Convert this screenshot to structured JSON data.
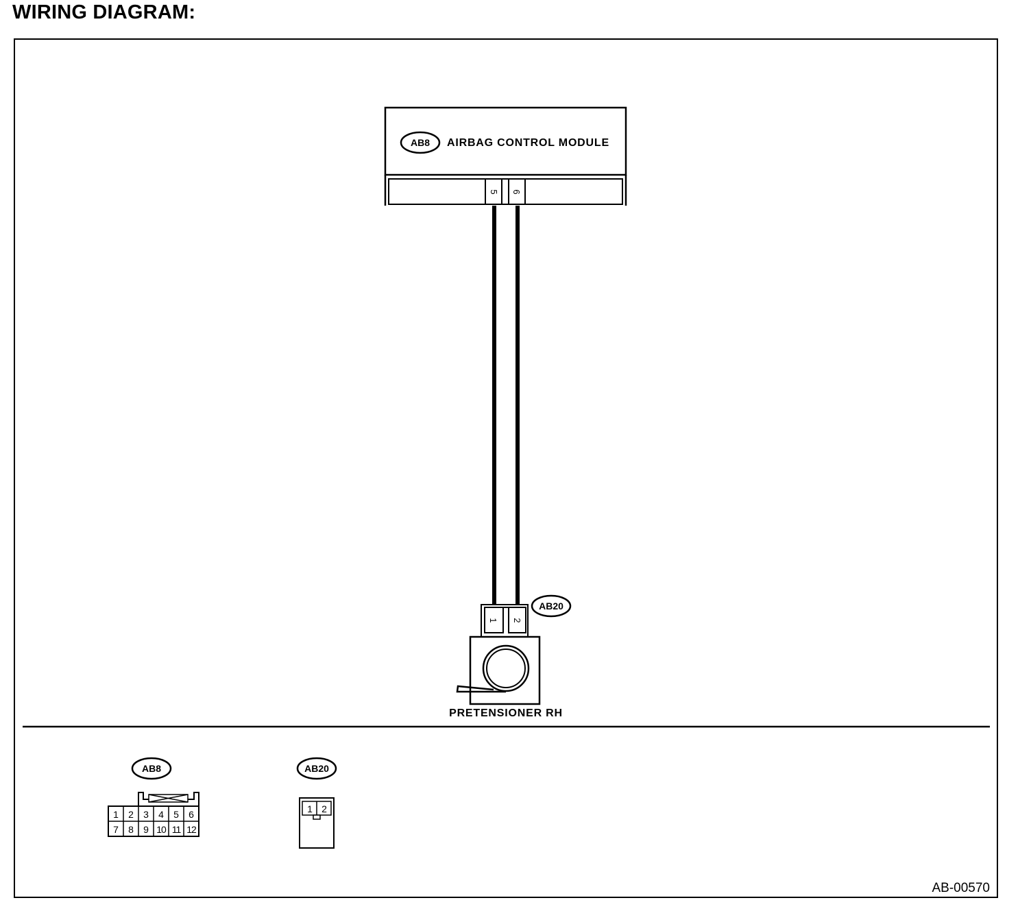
{
  "page": {
    "heading": "WIRING DIAGRAM:",
    "figure_id": "AB-00570"
  },
  "components": {
    "control_module": {
      "connector_id": "AB8",
      "name": "AIRBAG CONTROL MODULE",
      "pins": [
        "5",
        "6"
      ]
    },
    "pretensioner": {
      "connector_id": "AB20",
      "name": "PRETENSIONER RH",
      "pins": [
        "1",
        "2"
      ]
    }
  },
  "connector_views": {
    "ab8": {
      "id": "AB8",
      "row1": [
        "1",
        "2",
        "3",
        "4",
        "5",
        "6"
      ],
      "row2": [
        "7",
        "8",
        "9",
        "10",
        "11",
        "12"
      ]
    },
    "ab20": {
      "id": "AB20",
      "row1": [
        "1",
        "2"
      ]
    }
  },
  "colors": {
    "ink": "#000000",
    "paper": "#ffffff"
  }
}
